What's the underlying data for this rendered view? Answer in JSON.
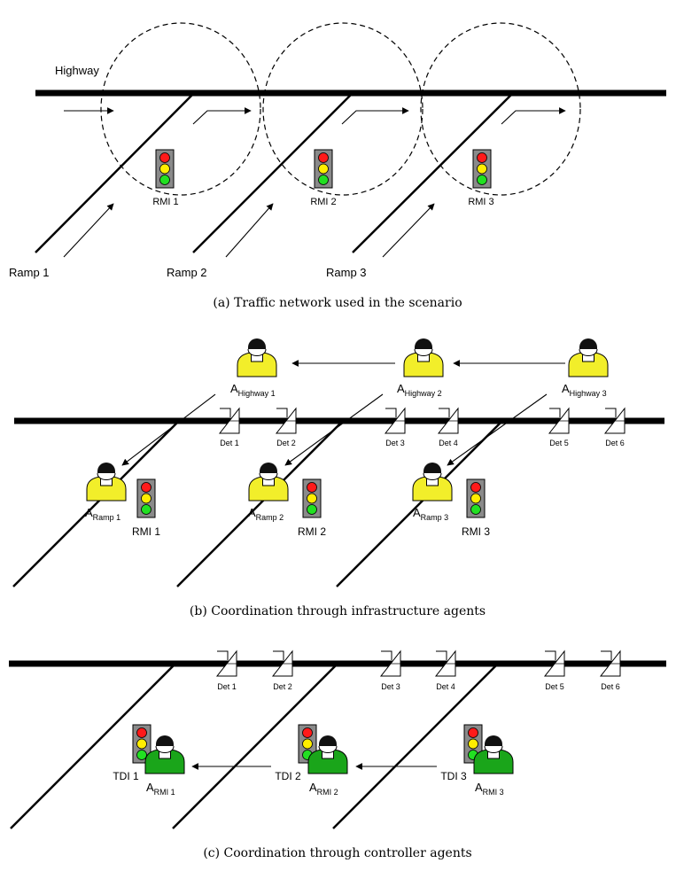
{
  "panel_a": {
    "highway_label": "Highway",
    "ramps": [
      "Ramp 1",
      "Ramp 2",
      "Ramp 3"
    ],
    "meters": [
      "RMI 1",
      "RMI 2",
      "RMI 3"
    ],
    "caption": "(a)  Traffic network used in the scenario"
  },
  "panel_b": {
    "highway_agents": [
      {
        "base": "A",
        "sub": "Highway 1"
      },
      {
        "base": "A",
        "sub": "Highway 2"
      },
      {
        "base": "A",
        "sub": "Highway 3"
      }
    ],
    "ramp_agents": [
      {
        "base": "A",
        "sub": "Ramp 1"
      },
      {
        "base": "A",
        "sub": "Ramp 2"
      },
      {
        "base": "A",
        "sub": "Ramp 3"
      }
    ],
    "meters": [
      "RMI 1",
      "RMI 2",
      "RMI 3"
    ],
    "detectors": [
      "Det 1",
      "Det 2",
      "Det 3",
      "Det 4",
      "Det 5",
      "Det 6"
    ],
    "caption": "(b)  Coordination through infrastructure agents"
  },
  "panel_c": {
    "detectors": [
      "Det 1",
      "Det 2",
      "Det 3",
      "Det 4",
      "Det 5",
      "Det 6"
    ],
    "tdi": [
      "TDI 1",
      "TDI 2",
      "TDI 3"
    ],
    "agents": [
      {
        "base": "A",
        "sub": "RMI 1"
      },
      {
        "base": "A",
        "sub": "RMI 2"
      },
      {
        "base": "A",
        "sub": "RMI 3"
      }
    ],
    "caption": "(c)  Coordination through controller agents"
  },
  "colors": {
    "agent_infrastructure": "#f2ee2a",
    "agent_controller": "#1aa51a",
    "light_red": "#ff1a1a",
    "light_yellow": "#ffee00",
    "light_green": "#22e022",
    "signal_housing": "#8a8a8a"
  }
}
